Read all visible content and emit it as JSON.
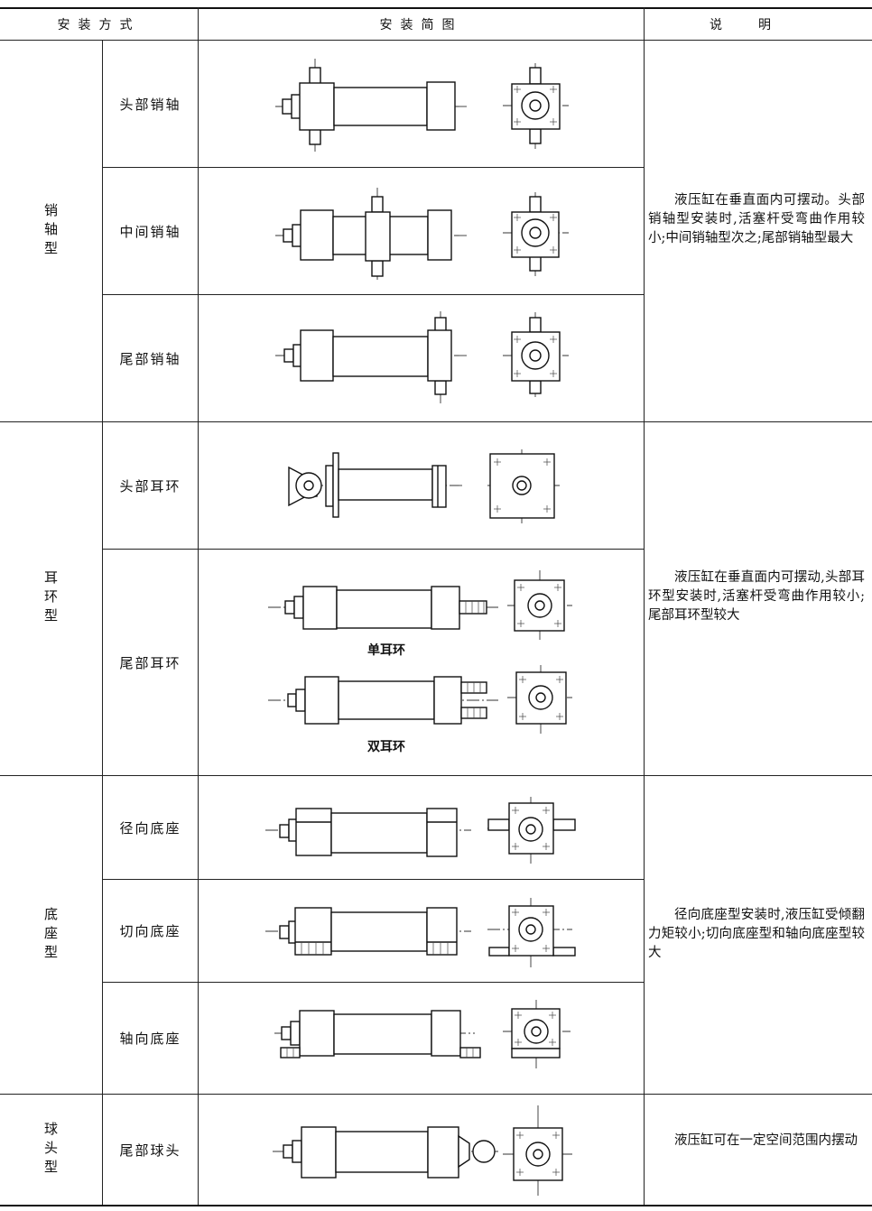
{
  "header": {
    "col_method": "安装方式",
    "col_diagram": "安装简图",
    "col_note": "说明"
  },
  "groups": [
    {
      "name": "销轴型",
      "items": [
        "头部销轴",
        "中间销轴",
        "尾部销轴"
      ],
      "note": "液压缸在垂直面内可摆动。头部销轴型安装时,活塞杆受弯曲作用较小;中间销轴型次之;尾部销轴型最大"
    },
    {
      "name": "耳环型",
      "items": [
        "头部耳环",
        "尾部耳环"
      ],
      "note": "液压缸在垂直面内可摆动,头部耳环型安装时,活塞杆受弯曲作用较小;尾部耳环型较大",
      "captions": [
        "单耳环",
        "双耳环"
      ]
    },
    {
      "name": "底座型",
      "items": [
        "径向底座",
        "切向底座",
        "轴向底座"
      ],
      "note": "径向底座型安装时,液压缸受倾翻力矩较小;切向底座型和轴向底座型较大"
    },
    {
      "name": "球头型",
      "items": [
        "尾部球头"
      ],
      "note": "液压缸可在一定空间范围内摆动"
    }
  ]
}
